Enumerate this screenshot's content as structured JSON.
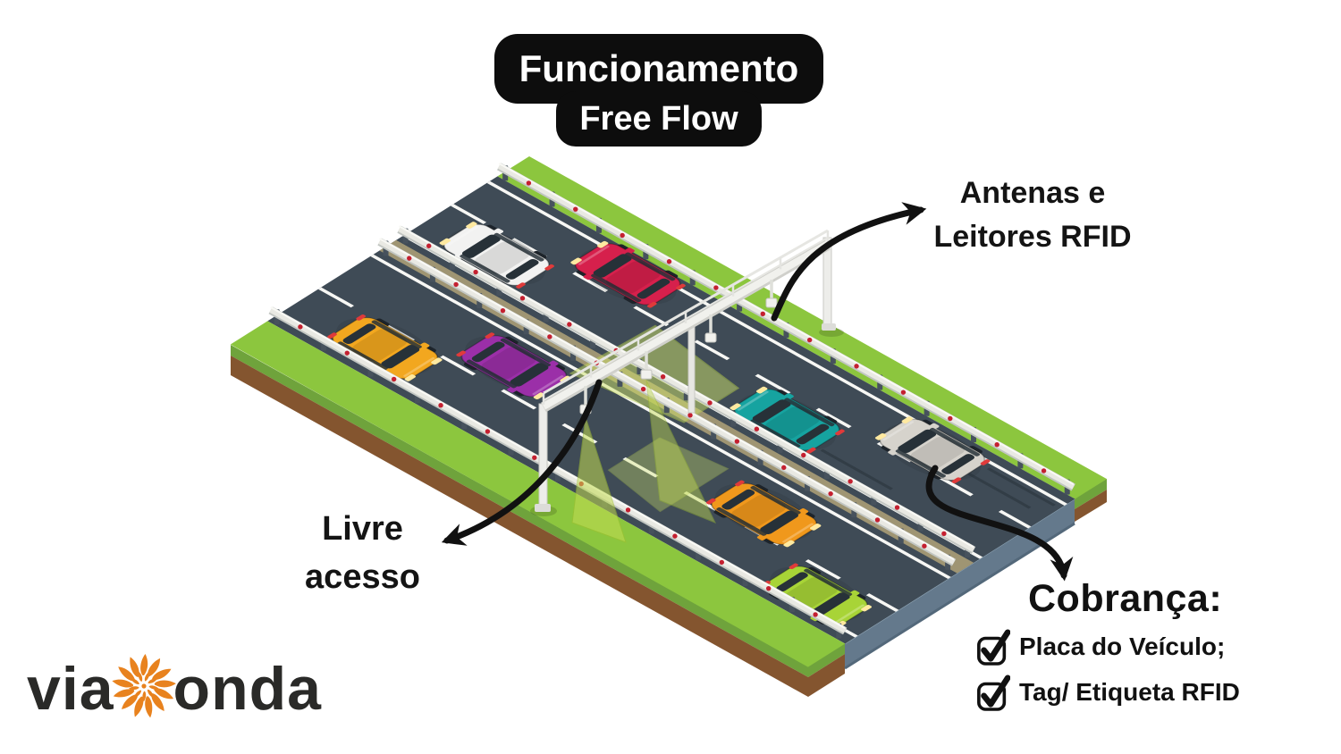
{
  "title": {
    "line1": "Funcionamento",
    "line2": "Free Flow"
  },
  "callouts": {
    "antennas": {
      "line1": "Antenas e",
      "line2": "Leitores RFID"
    },
    "free_access": {
      "line1": "Livre",
      "line2": "acesso"
    }
  },
  "billing": {
    "heading": "Cobrança:",
    "items": [
      {
        "label": "Placa do Veículo;",
        "checked": true
      },
      {
        "label": "Tag/ Etiqueta RFID",
        "checked": true
      }
    ]
  },
  "logo": {
    "text_left": "via",
    "text_right": "onda"
  },
  "colors": {
    "bubble_black": "#0d0d0d",
    "text_black": "#141414",
    "asphalt": "#3f4b56",
    "grass_green": "#8cc63e",
    "dirt_brown": "#84552f",
    "road_side_blue": "#64798c",
    "beam_green": "#c3dc52",
    "guardrail_silver": "#e9e9e3",
    "reflector_red": "#c42030",
    "logo_orange": "#e8821e",
    "car_white": "#f2f2f1",
    "car_red": "#d6204c",
    "car_yellow": "#f2a71f",
    "car_purple": "#9b2fa8",
    "car_teal": "#16a3a0",
    "car_silver": "#d6d3cc",
    "car_orange": "#f0981c",
    "car_green": "#a8d437"
  },
  "icons": {
    "checkbox": "checked-checkbox-icon",
    "spiral": "viaonda-spiral-icon",
    "arrows": "curved-annotation-arrow"
  }
}
